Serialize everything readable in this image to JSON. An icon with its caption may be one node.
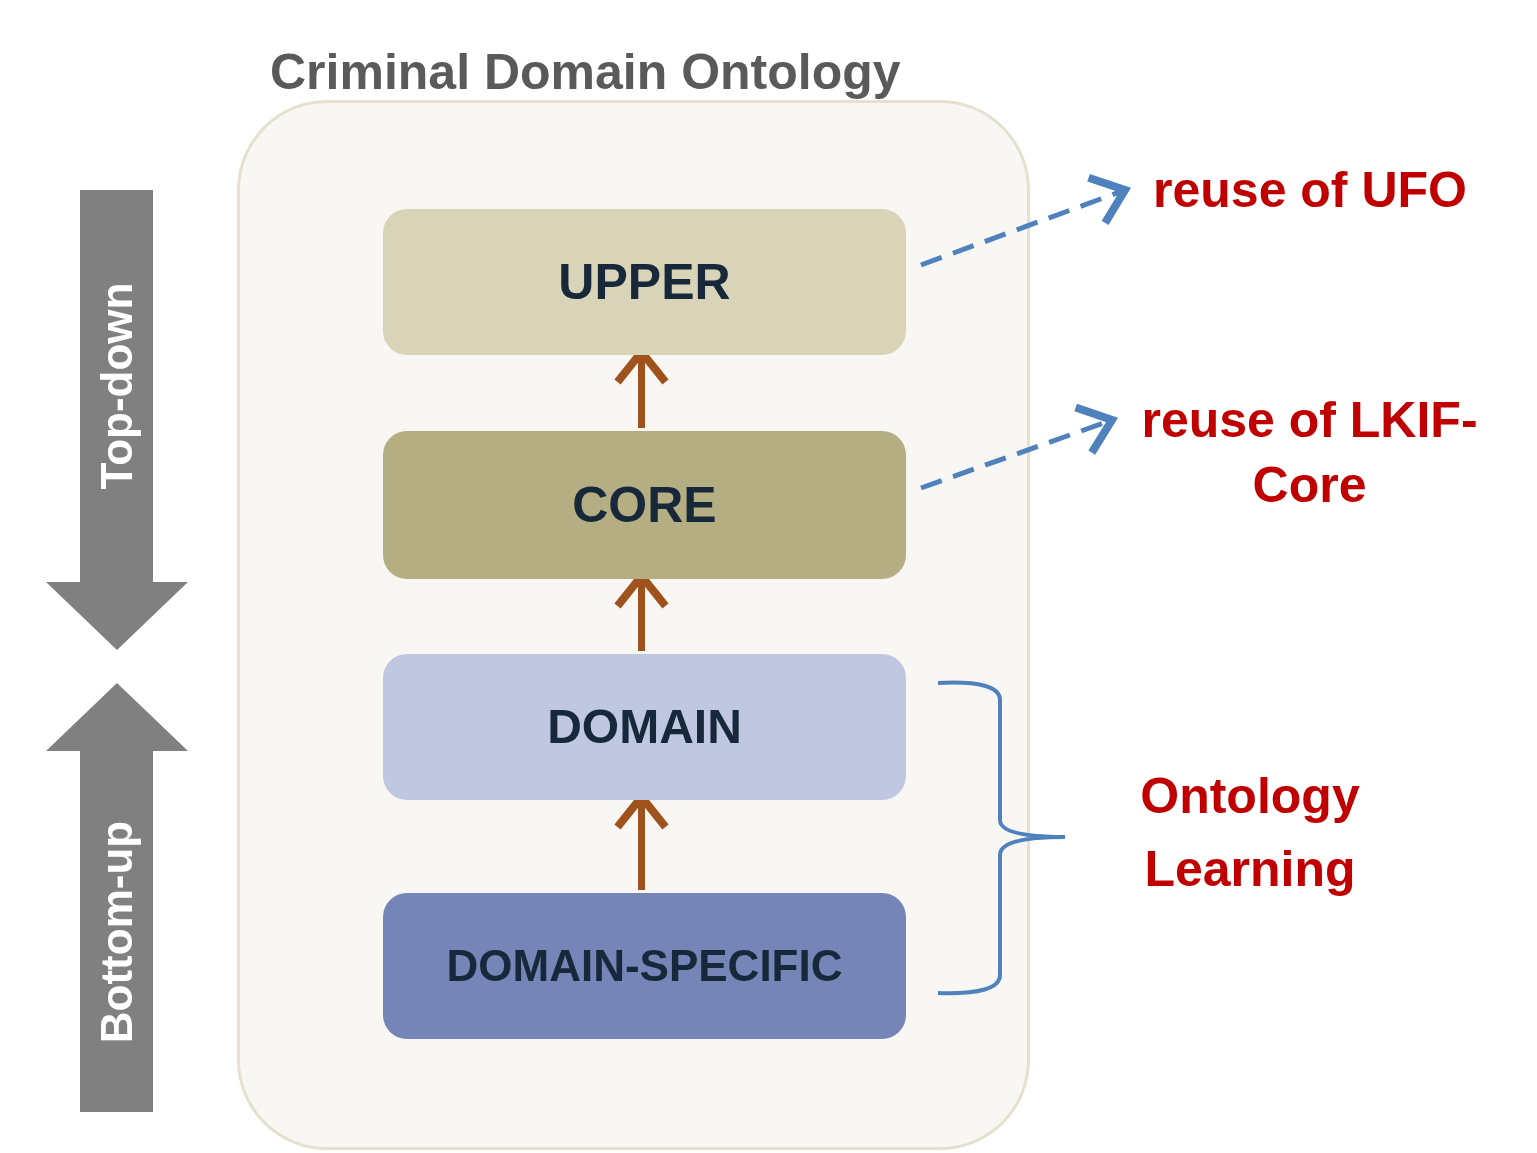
{
  "diagram": {
    "nodes": [
      {
        "text": [
          "Criminal Domain Ontology"
        ]
      },
      {
        "text": [
          "UPPER"
        ],
        "in": 0
      },
      {
        "text": [
          "CORE"
        ],
        "in": 0
      },
      {
        "text": [
          "DOMAIN"
        ],
        "in": 0
      },
      {
        "text": [
          "DOMAIN-SPECIFIC"
        ],
        "in": 0
      },
      {
        "text": [
          "reuse of UFO"
        ]
      },
      {
        "text": [
          "reuse of LKIF- Core"
        ]
      },
      {
        "text": [
          "Top-down"
        ]
      },
      {
        "text": [
          "Bottom-up"
        ]
      }
    ],
    "edges": [
      {
        "from": 4,
        "to": 3,
        "arrow": "to",
        "color": "#a0521d"
      },
      {
        "from": 3,
        "to": 2,
        "arrow": "to",
        "color": "#a0521d"
      },
      {
        "from": 2,
        "to": 1,
        "arrow": "to",
        "color": "#a0521d"
      },
      {
        "from": 1,
        "to": 5,
        "arrow": "to",
        "style": "dashed",
        "color": "#4f81bd"
      },
      {
        "from": 2,
        "to": 6,
        "arrow": "to",
        "style": "dashed",
        "color": "#4f81bd"
      }
    ],
    "labels": [
      "Ontology Learning"
    ]
  }
}
